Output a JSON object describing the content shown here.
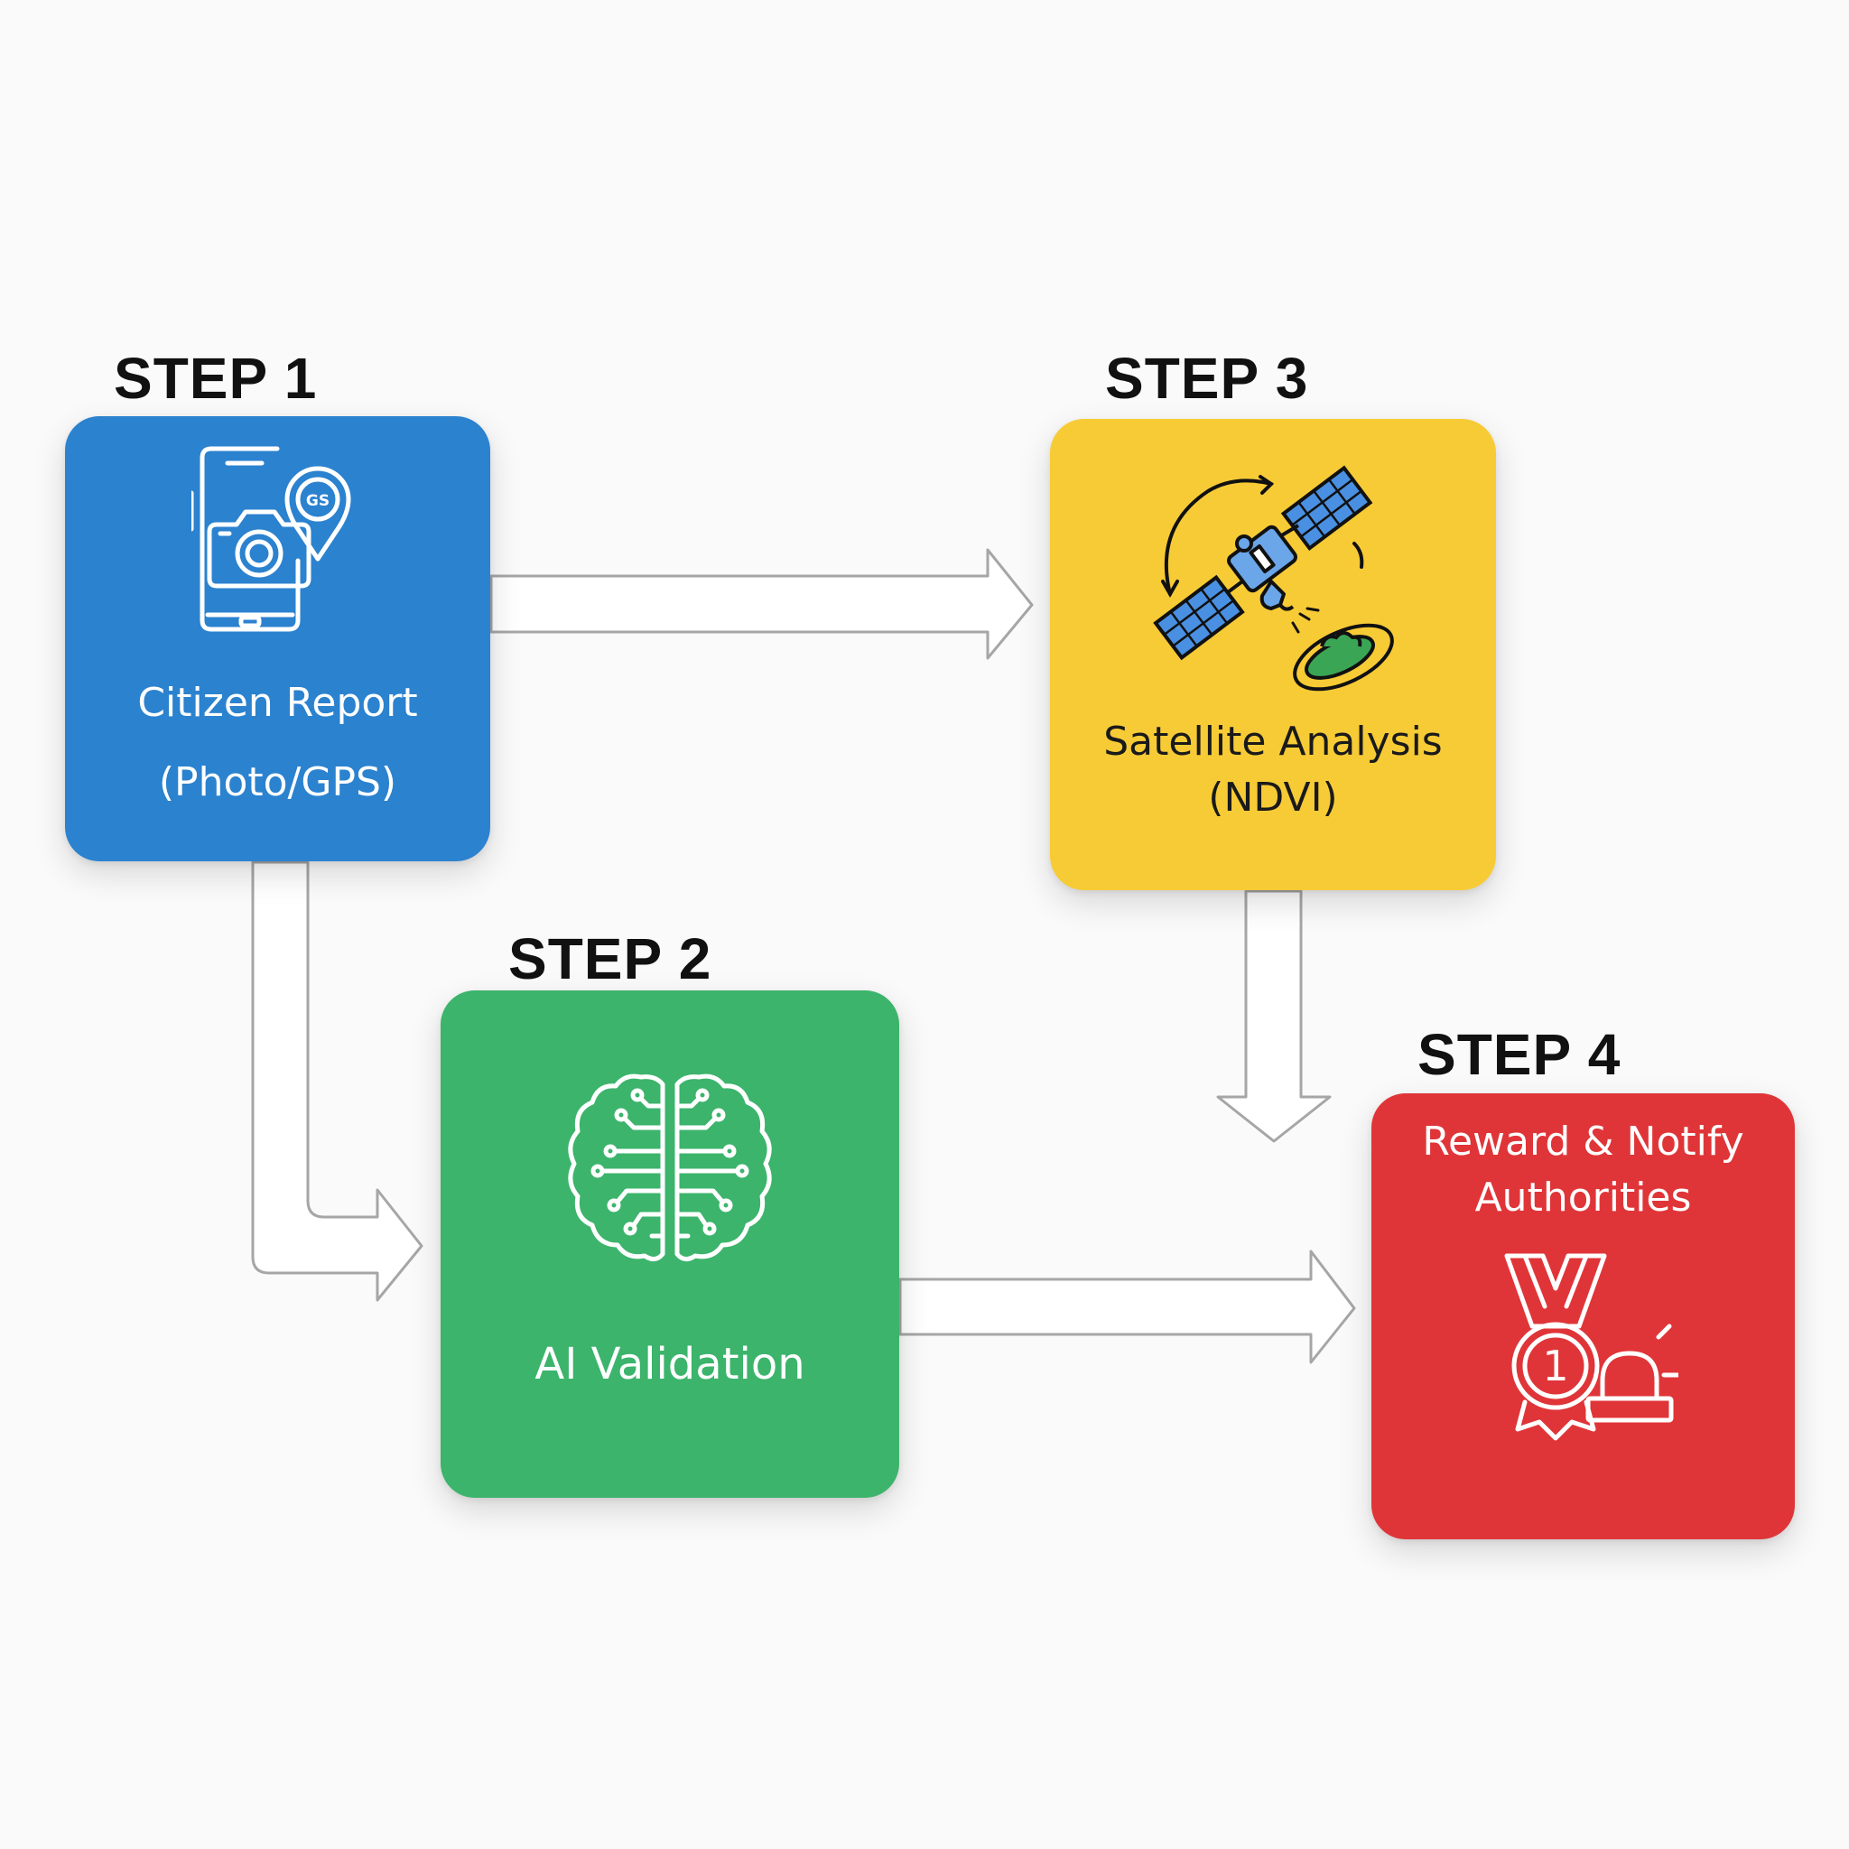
{
  "steps": [
    {
      "step": "STEP 1",
      "lines": [
        "Citizen Report",
        "(Photo/GPS)"
      ],
      "icon": "phone-camera-gps-icon",
      "color": "#2b82cf",
      "text_color": "#ffffff"
    },
    {
      "step": "STEP 2",
      "lines": [
        "AI Validation"
      ],
      "icon": "brain-circuit-icon",
      "color": "#3cb46c",
      "text_color": "#ffffff"
    },
    {
      "step": "STEP 3",
      "lines": [
        "Satellite Analysis",
        "(NDVI)"
      ],
      "icon": "satellite-icon",
      "color": "#f7cb35",
      "text_color": "#1a1a1a"
    },
    {
      "step": "STEP 4",
      "lines": [
        "Reward & Notify",
        "Authorities"
      ],
      "icon": "medal-alarm-icon",
      "color": "#e03538",
      "text_color": "#ffffff"
    }
  ],
  "gps_badge_text": "GS",
  "medal_number": "1",
  "connectors": [
    {
      "from": "STEP 1",
      "to": "STEP 3"
    },
    {
      "from": "STEP 1",
      "to": "STEP 2"
    },
    {
      "from": "STEP 3",
      "to": "STEP 4"
    },
    {
      "from": "STEP 2",
      "to": "STEP 4"
    }
  ],
  "colors": {
    "background": "#fafafa",
    "arrow_stroke": "#a6a6a6",
    "label": "#111111"
  }
}
